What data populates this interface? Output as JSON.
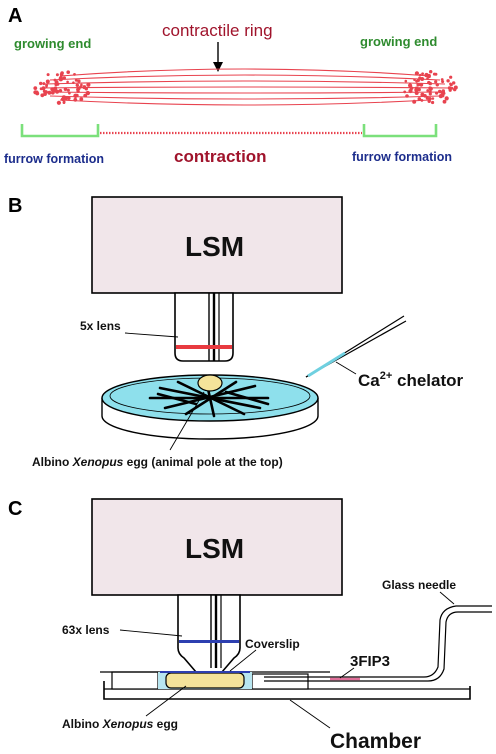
{
  "panel_a": {
    "letter": "A",
    "growing_end_left": "growing end",
    "growing_end_right": "growing end",
    "contractile_ring": "contractile ring",
    "furrow_left": "furrow formation",
    "furrow_right": "furrow formation",
    "contraction": "contraction"
  },
  "panel_b": {
    "letter": "B",
    "microscope": "LSM",
    "lens": "5x lens",
    "chelator_ca": "Ca",
    "chelator_sup": "2+",
    "chelator_rest": " chelator",
    "egg_a": "Albino ",
    "egg_b": "Xenopus",
    "egg_c": " egg (animal pole at the top)"
  },
  "panel_c": {
    "letter": "C",
    "microscope": "LSM",
    "lens": "63x lens",
    "coverslip": "Coverslip",
    "glass_needle": "Glass needle",
    "reagent": "3FIP3",
    "egg_a": "Albino ",
    "egg_b": "Xenopus",
    "egg_c": " egg",
    "chamber": "Chamber"
  },
  "colors": {
    "ring_red": "#e8434f",
    "label_green": "#2e8b2e",
    "label_blue": "#1c2d8c",
    "label_darkred": "#a0142c",
    "box_fill": "#f1e6ea",
    "dish_fill": "#8ee0ec",
    "egg_yellow": "#f4e39a",
    "lens_blue": "#2d3fb0",
    "needle_pink": "#e0709a"
  }
}
